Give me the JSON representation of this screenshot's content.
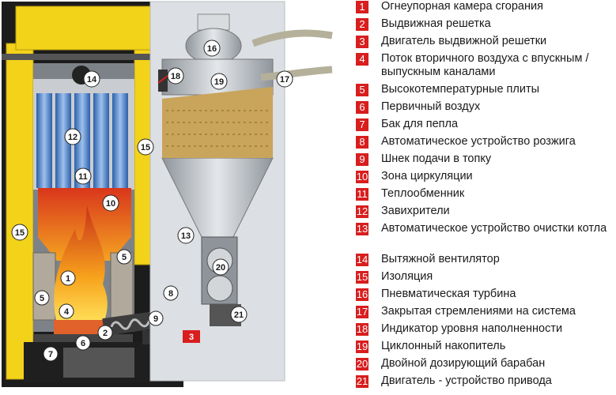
{
  "legend": [
    {
      "num": "1",
      "text": "Огнеупорная камера сгорания"
    },
    {
      "num": "2",
      "text": "Выдвижная решетка"
    },
    {
      "num": "3",
      "text": "Двигатель выдвижной решетки"
    },
    {
      "num": "4",
      "text": "Поток вторичного воздуха с впускным / выпускным каналами"
    },
    {
      "num": "5",
      "text": "Высокотемпературные плиты"
    },
    {
      "num": "6",
      "text": "Первичный воздух"
    },
    {
      "num": "7",
      "text": "Бак для пепла"
    },
    {
      "num": "8",
      "text": "Автоматическое устройство розжига"
    },
    {
      "num": "9",
      "text": "Шнек подачи в топку"
    },
    {
      "num": "10",
      "text": "Зона циркуляции"
    },
    {
      "num": "11",
      "text": "Теплообменник"
    },
    {
      "num": "12",
      "text": "Завихрители"
    },
    {
      "num": "13",
      "text": "Автоматическое устройство очистки котла"
    },
    {
      "num": "14",
      "text": "Вытяжной вентилятор"
    },
    {
      "num": "15",
      "text": "Изоляция"
    },
    {
      "num": "16",
      "text": "Пневматическая турбина"
    },
    {
      "num": "17",
      "text": "Закрытая стремлениями на система"
    },
    {
      "num": "18",
      "text": "Индикатор уровня наполненности"
    },
    {
      "num": "19",
      "text": "Циклонный накопитель"
    },
    {
      "num": "20",
      "text": "Двойной дозирующий барабан"
    },
    {
      "num": "21",
      "text": "Двигатель - устройство привода"
    }
  ],
  "callouts": {
    "c1": "1",
    "c2": "2",
    "c3": "3",
    "c4": "4",
    "c5a": "5",
    "c5b": "5",
    "c6": "6",
    "c7": "7",
    "c8": "8",
    "c9": "9",
    "c10": "10",
    "c11": "11",
    "c12": "12",
    "c13": "13",
    "c14": "14",
    "c15a": "15",
    "c15b": "15",
    "c16": "16",
    "c17": "17",
    "c18": "18",
    "c19": "19",
    "c20": "20",
    "c21": "21"
  },
  "colors": {
    "accent_red": "#d81e1e",
    "insulation_yellow": "#f3d21a",
    "flame_orange": "#f08a10"
  }
}
